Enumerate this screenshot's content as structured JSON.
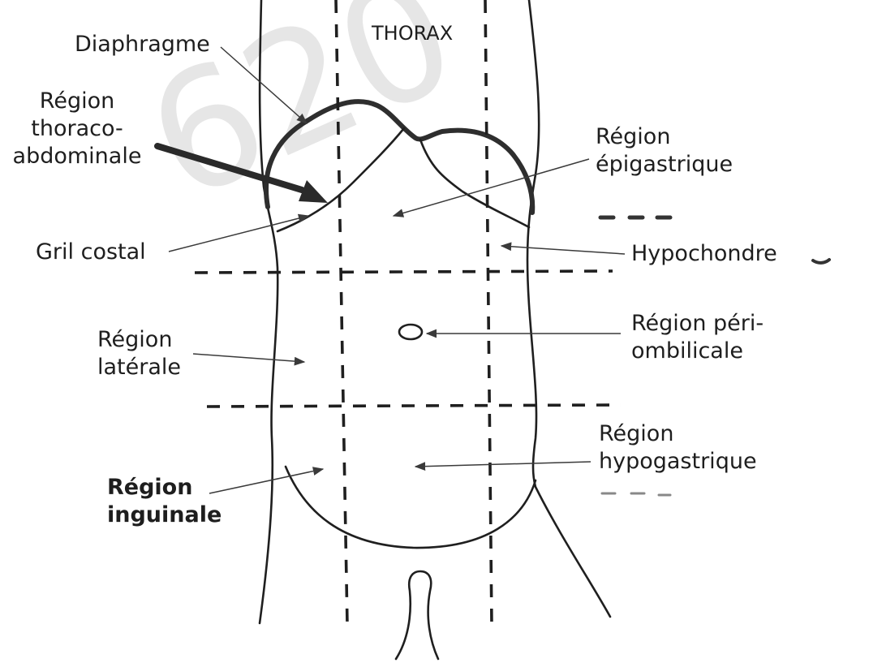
{
  "title": "THORAX",
  "watermark": "620",
  "labels": {
    "diaphragme": [
      "Diaphragme"
    ],
    "thoraco_abdominale": [
      "Région",
      "thoraco-",
      "abdominale"
    ],
    "gril_costal": [
      "Gril costal"
    ],
    "laterale": [
      "Région",
      "latérale"
    ],
    "inguinale": [
      "Région",
      "inguinale"
    ],
    "epigastrique": [
      "Région",
      "épigastrique"
    ],
    "hypochondre": [
      "Hypochondre"
    ],
    "peri_ombilicale": [
      "Région péri-",
      "ombilicale"
    ],
    "hypogastrique": [
      "Région",
      "hypogastrique"
    ]
  },
  "colors": {
    "line": "#1f1f1f",
    "text": "#1e1e1e",
    "watermark": "#e6e6e6"
  }
}
